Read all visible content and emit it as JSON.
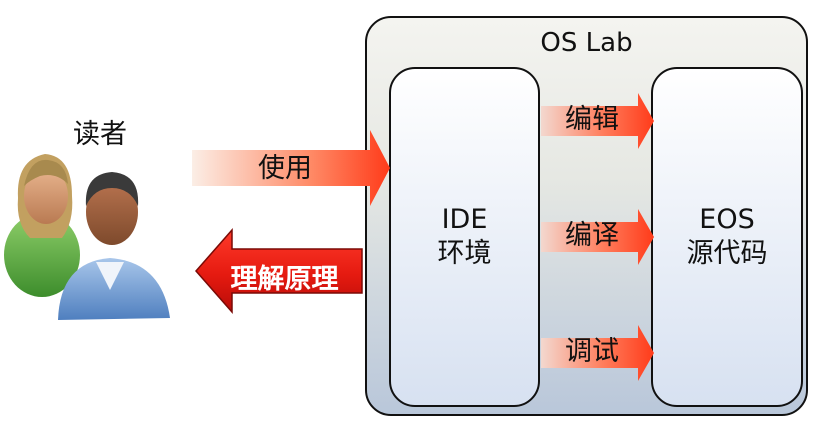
{
  "reader": {
    "label": "读者"
  },
  "use_arrow": {
    "label": "使用"
  },
  "return_arrow": {
    "label": "理解原理"
  },
  "os_lab": {
    "title": "OS Lab",
    "ide": {
      "line1": "IDE",
      "line2": "环境"
    },
    "eos": {
      "line1": "EOS",
      "line2": "源代码"
    },
    "arrows": [
      {
        "label": "编辑"
      },
      {
        "label": "编译"
      },
      {
        "label": "调试"
      }
    ]
  },
  "colors": {
    "arrow_red": "#ff3b1a",
    "return_red": "#e11b12",
    "box_border": "#111111",
    "inner_bottom": "#d7e1f1"
  }
}
